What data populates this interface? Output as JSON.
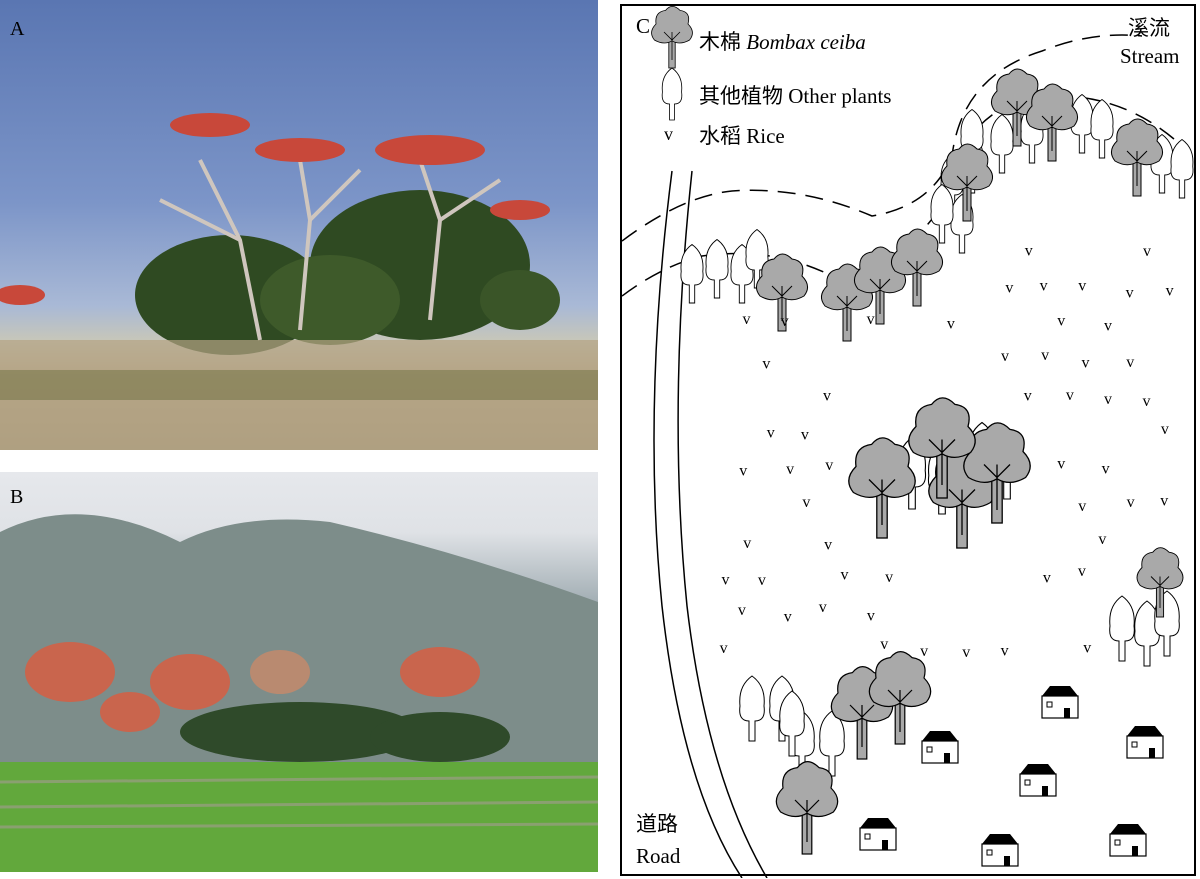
{
  "panels": {
    "a_label": "A",
    "b_label": "B",
    "c_label": "C"
  },
  "legend": {
    "bombax_cn": "木棉",
    "bombax_latin": "Bombax ceiba",
    "other_plants": "其他植物 Other plants",
    "rice_symbol": "v",
    "rice": "水稻 Rice"
  },
  "map_labels": {
    "stream_cn": "溪流",
    "stream_en": "Stream",
    "road_cn": "道路",
    "road_en": "Road"
  },
  "colors": {
    "bombax_fill": "#a9a9a9",
    "other_fill": "#ffffff",
    "sky": "#5a76b2",
    "rice_field": "#4f9a32"
  }
}
